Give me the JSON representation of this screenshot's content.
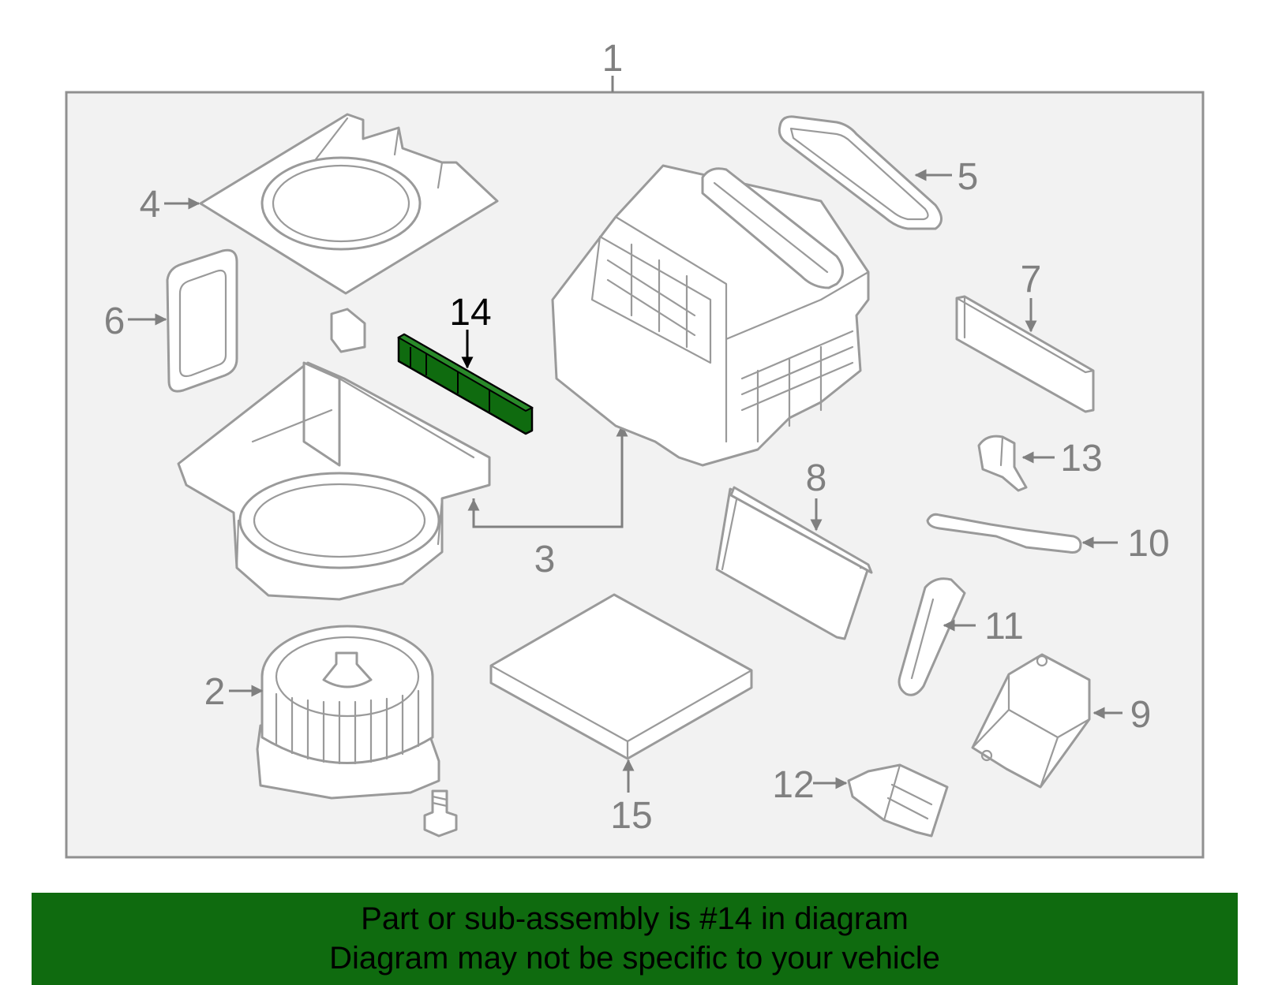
{
  "diagram": {
    "highlight_color": "#0f6b0f",
    "callouts": {
      "c1": "1",
      "c2": "2",
      "c3": "3",
      "c4": "4",
      "c5": "5",
      "c6": "6",
      "c7": "7",
      "c8": "8",
      "c9": "9",
      "c10": "10",
      "c11": "11",
      "c12": "12",
      "c13": "13",
      "c14": "14",
      "c15": "15"
    },
    "highlighted_part": "14"
  },
  "footer": {
    "line1": "Part or sub-assembly is #14 in diagram",
    "line2": "Diagram may not be specific to your vehicle",
    "background": "#0f6b0f"
  }
}
